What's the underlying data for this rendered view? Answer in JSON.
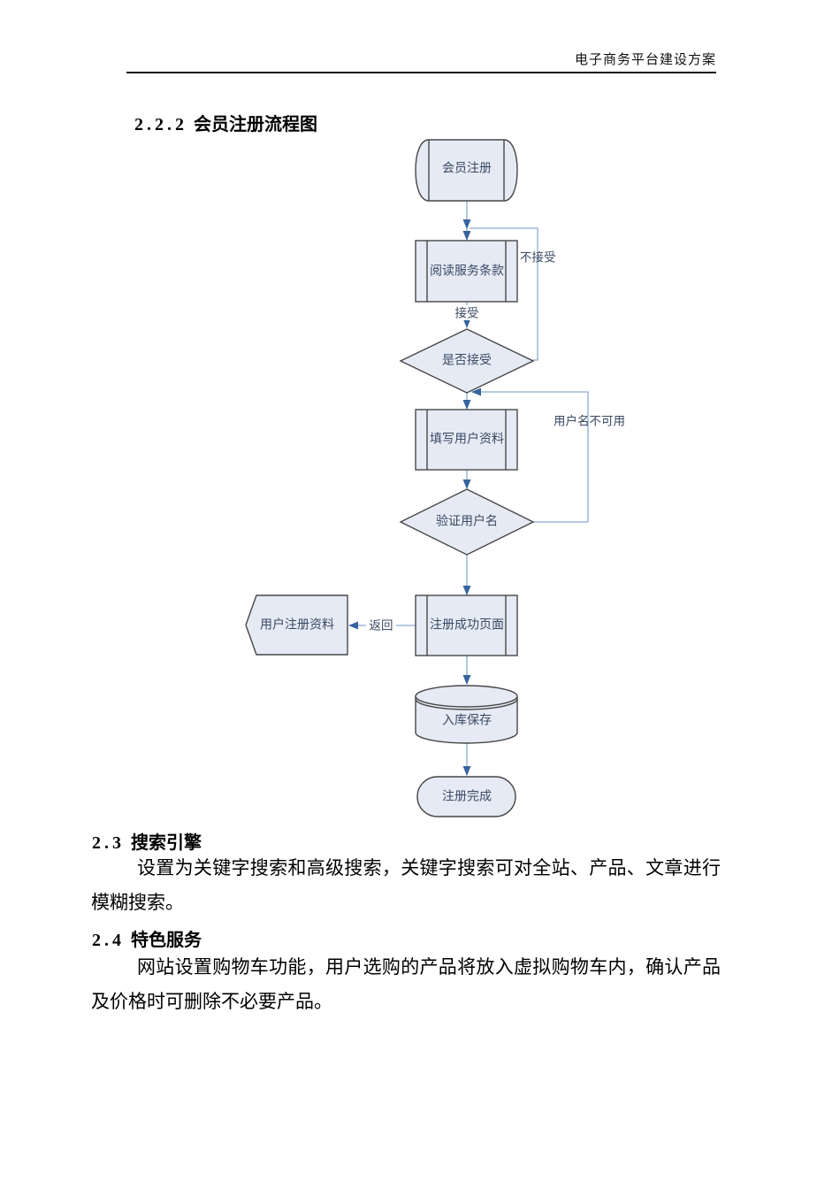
{
  "header": {
    "title": "电子商务平台建设方案"
  },
  "sections": {
    "registration_flow": {
      "number": "2.2.2",
      "title": "会员注册流程图"
    },
    "search_engine": {
      "number": "2.3",
      "title": "搜索引擎",
      "body": "设置为关键字搜索和高级搜索，关键字搜索可对全站、产品、文章进行模糊搜索。"
    },
    "featured_services": {
      "number": "2.4",
      "title": "特色服务",
      "body": "网站设置购物车功能，用户选购的产品将放入虚拟购物车内，确认产品及价格时可删除不必要产品。"
    }
  },
  "flowchart": {
    "nodes": {
      "start": "会员注册",
      "read_terms": "阅读服务条款",
      "accept_decision": "是否接受",
      "fill_profile": "填写用户资料",
      "verify_username": "验证用户名",
      "success_page": "注册成功页面",
      "registration_data": "用户注册资料",
      "save_to_db": "入库保存",
      "complete": "注册完成"
    },
    "edge_labels": {
      "not_accept": "不接受",
      "accept": "接受",
      "username_unavailable": "用户名不可用",
      "back": "返回"
    },
    "colors": {
      "shape_fill": "#e5eaf4",
      "shape_border": "#474747",
      "connector": "#8aabd4",
      "arrowhead": "#35639e",
      "label_text": "#3b4a63"
    }
  }
}
